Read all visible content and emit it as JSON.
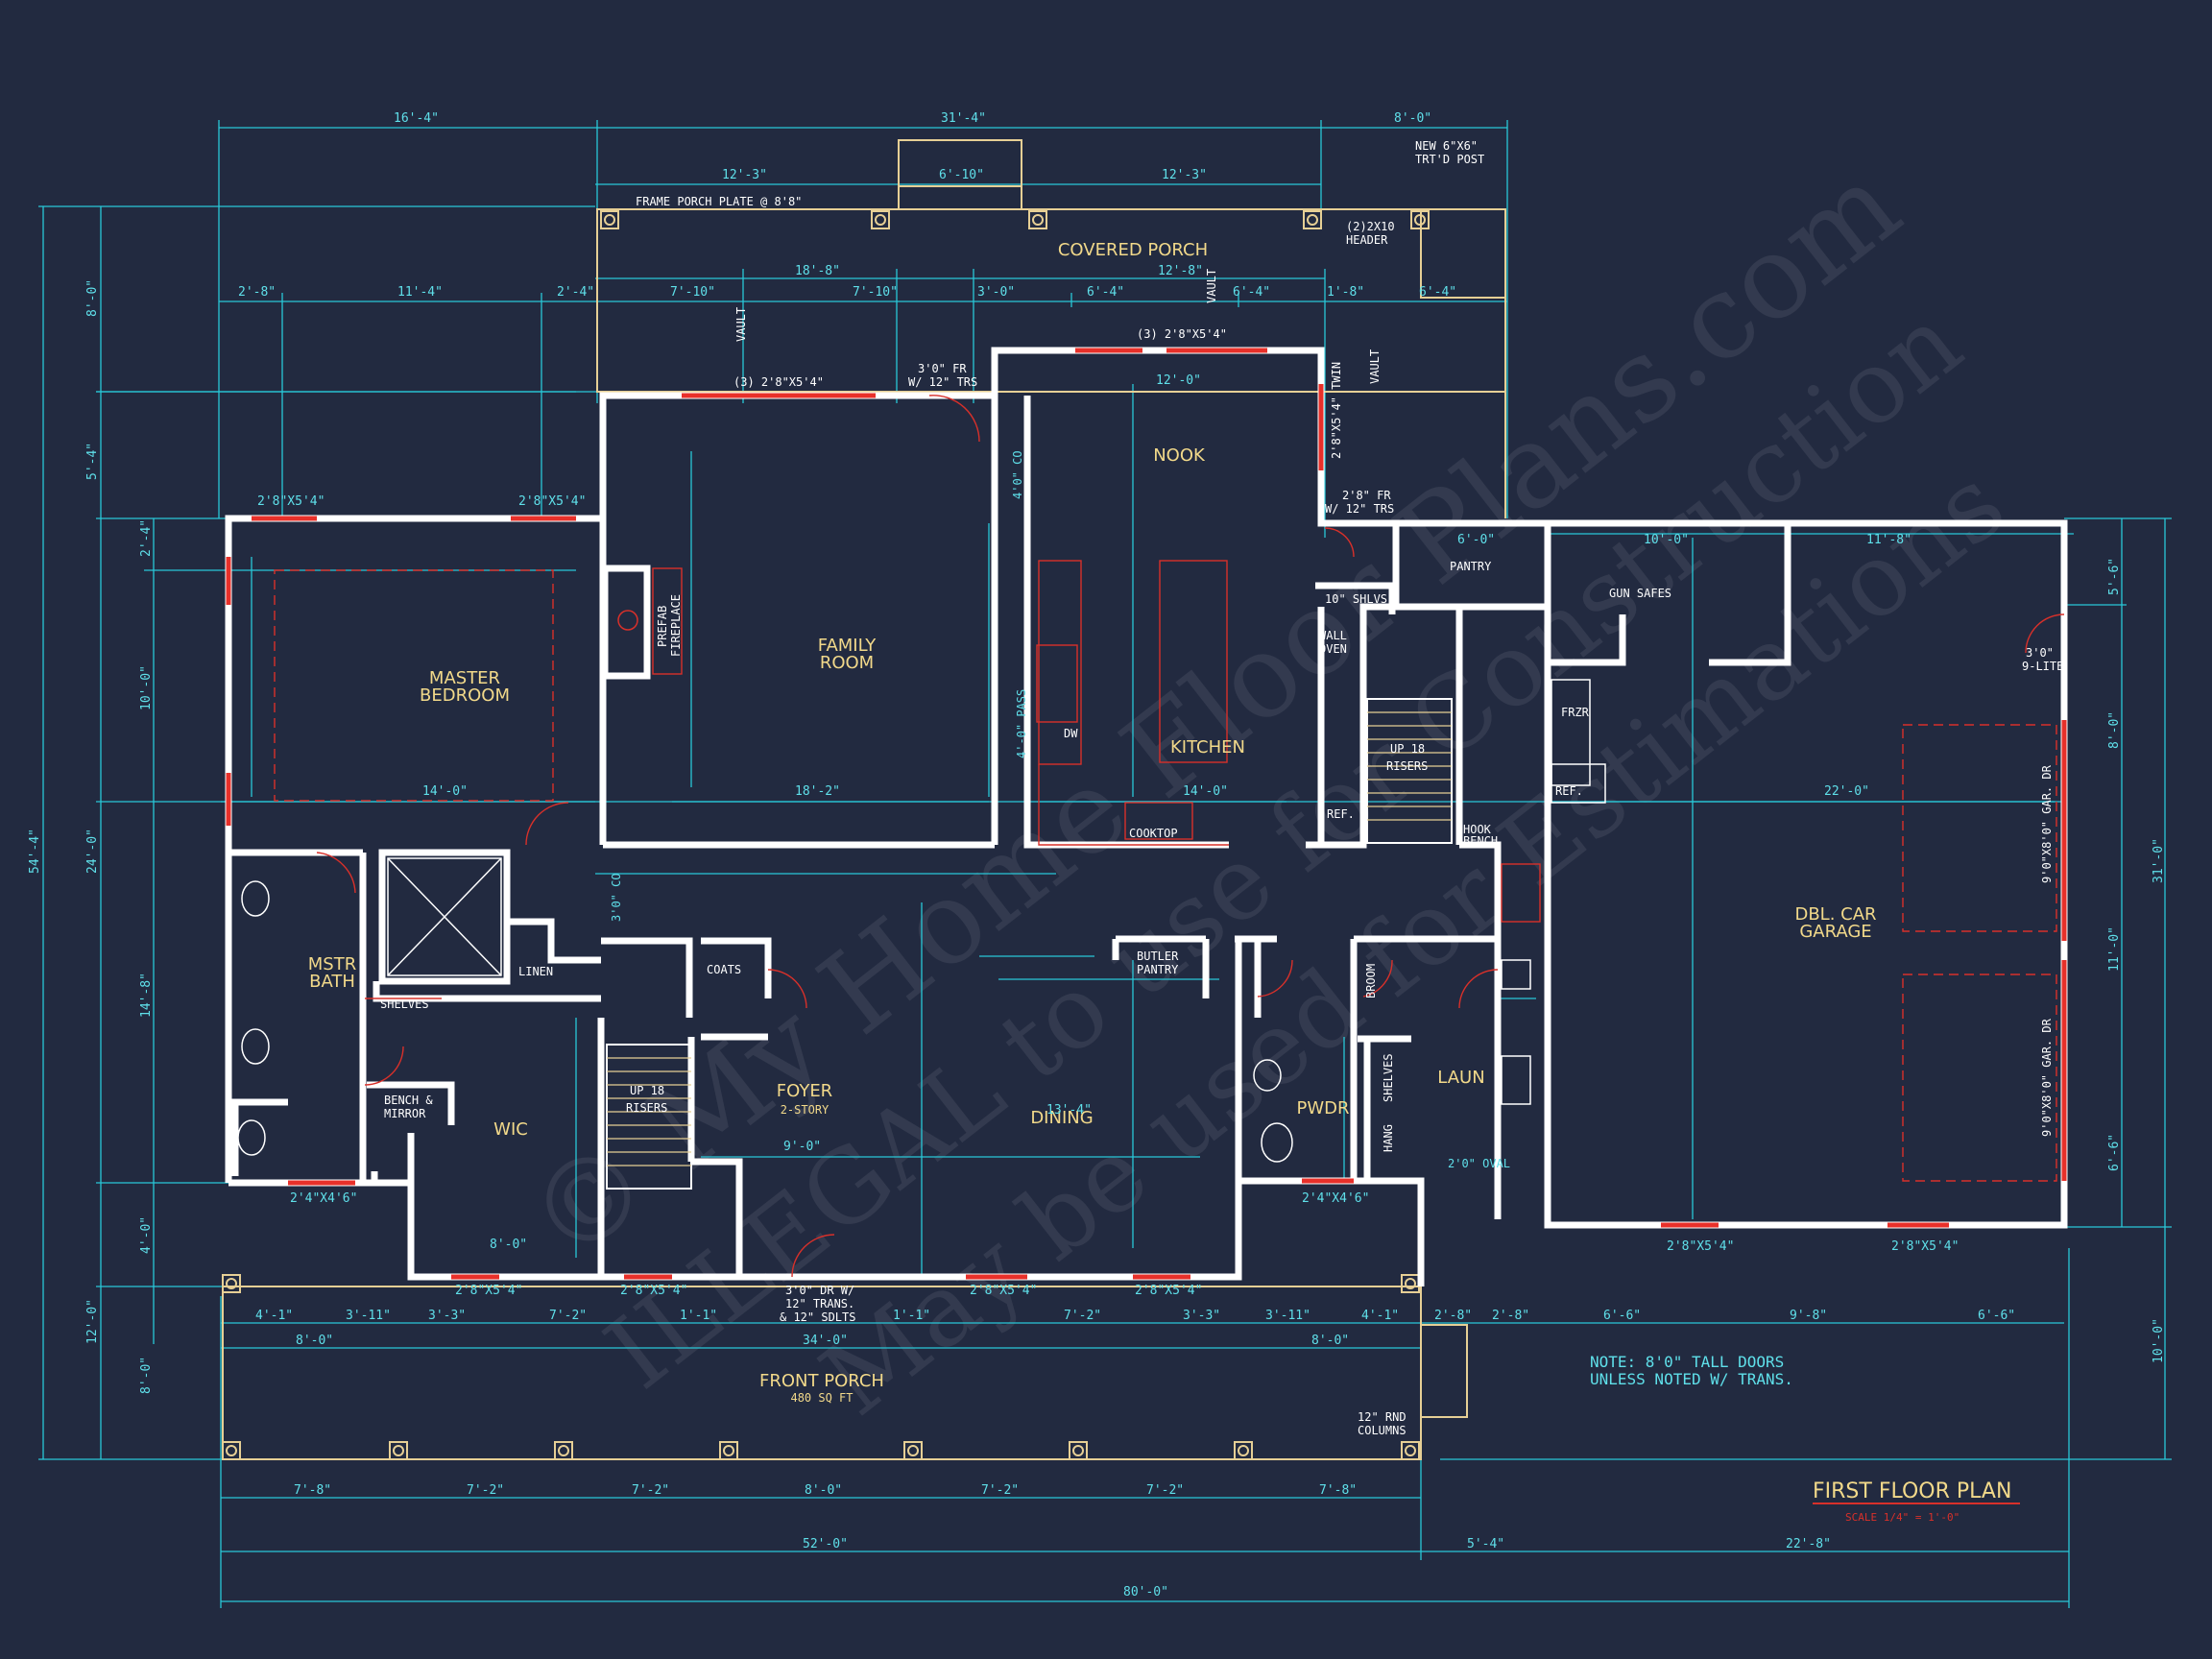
{
  "rooms": {
    "covered_porch": "COVERED PORCH",
    "nook": "NOOK",
    "family_room_1": "FAMILY",
    "family_room_2": "ROOM",
    "master_bedroom_1": "MASTER",
    "master_bedroom_2": "BEDROOM",
    "kitchen": "KITCHEN",
    "pantry": "PANTRY",
    "gun_safes": "GUN SAFES",
    "dbl_car_garage_1": "DBL. CAR",
    "dbl_car_garage_2": "GARAGE",
    "mstr_bath_1": "MSTR",
    "mstr_bath_2": "BATH",
    "wic": "WIC",
    "foyer": "FOYER",
    "foyer_sub": "2-STORY",
    "dining": "DINING",
    "pwdr": "PWDR",
    "laun": "LAUN",
    "front_porch": "FRONT PORCH",
    "front_porch_area": "480 SQ FT",
    "butler_pantry_1": "BUTLER",
    "butler_pantry_2": "PANTRY",
    "coats": "COATS",
    "linen": "LINEN",
    "shelves": "SHELVES",
    "broom": "BROOM",
    "hang": "HANG",
    "shelves_v": "SHELVES",
    "frzr": "FRZR",
    "ref": "REF.",
    "wall_oven_1": "WALL",
    "wall_oven_2": "OVEN",
    "cooktop": "COOKTOP",
    "dw": "DW",
    "prefab_1": "PREFAB",
    "prefab_2": "FIREPLACE",
    "hook_bench_1": "HOOK",
    "hook_bench_2": "BENCH",
    "up_18_1": "UP 18",
    "up_18_2": "RISERS",
    "up18b_1": "UP 18",
    "up18b_2": "RISERS",
    "bench_mirror_1": "BENCH &",
    "bench_mirror_2": "MIRROR",
    "shelvs": "10\" SHLVS",
    "pass": "4'-0\" PASS"
  },
  "notes": {
    "frame_porch": "FRAME PORCH PLATE @ 8'8\"",
    "post_1": "NEW 6\"X6\"",
    "post_2": "TRT'D POST",
    "header_1": "(2)2X10",
    "header_2": "HEADER",
    "vault": "VAULT",
    "fr_door_1": "3'0\" FR",
    "fr_door_2": "W/ 12\" TRS",
    "fr_door_3": "2'8\" FR",
    "fr_door_4": "W/ 12\" TRS",
    "win_3": "(3) 2'8\"X5'4\"",
    "win_3b": "(3) 2'8\"X5'4\"",
    "twin": "2'8\"X5'4\" TWIN",
    "lite_1": "3'0\"",
    "lite_2": "9-LITE",
    "gar_dr_1": "9'0\"X8'0\" GAR. DR",
    "gar_dr_2": "9'0\"X8'0\" GAR. DR",
    "front_dr_1": "3'0\" DR W/",
    "front_dr_2": "12\" TRANS.",
    "front_dr_3": "& 12\" SDLTS",
    "columns_1": "12\" RND",
    "columns_2": "COLUMNS",
    "note_1": "NOTE: 8'0\" TALL DOORS",
    "note_2": "UNLESS NOTED W/ TRANS.",
    "oval": "2'0\" OVAL",
    "co": "4'0\" CO",
    "co2": "3'0\" CO"
  },
  "title": {
    "main": "FIRST FLOOR PLAN",
    "scale": "SCALE 1/4\" = 1'-0\""
  },
  "dims": {
    "top_1": "16'-4\"",
    "top_2": "31'-4\"",
    "top_3": "8'-0\"",
    "t2_1": "12'-3\"",
    "t2_2": "6'-10\"",
    "t2_3": "12'-3\"",
    "t3_1": "18'-8\"",
    "t3_2": "12'-8\"",
    "t4_1": "2'-8\"",
    "t4_2": "11'-4\"",
    "t4_3": "2'-4\"",
    "t4_4": "7'-10\"",
    "t4_5": "7'-10\"",
    "t4_6": "3'-0\"",
    "t4_7": "6'-4\"",
    "t4_8": "6'-4\"",
    "t4_9": "1'-8\"",
    "t4_10": "6'-4\"",
    "nook_w": "12'-0\"",
    "win_l1": "2'8\"X5'4\"",
    "win_l2": "2'8\"X5'4\"",
    "gar_1": "6'-0\"",
    "gar_2": "10'-0\"",
    "gar_3": "11'-8\"",
    "mb_w": "14'-0\"",
    "fr_w": "18'-2\"",
    "k_w": "14'-0\"",
    "g_w": "22'-0\"",
    "left_1": "8'-0\"",
    "left_2": "5'-4\"",
    "left_3": "2'-4\"",
    "left_4": "10'-0\"",
    "left_5": "24'-0\"",
    "left_6": "14'-8\"",
    "left_7": "4'-0\"",
    "left_8": "12'-0\"",
    "left_9": "8'-0\"",
    "overall_left": "54'-4\"",
    "right_1": "5'-6\"",
    "right_2": "8'-0\"",
    "right_3": "31'-0\"",
    "right_4": "11'-0\"",
    "right_5": "6'-6\"",
    "right_6": "10'-0\"",
    "bot_1": "4'-1\"",
    "bot_2": "3'-11\"",
    "bot_3": "3'-3\"",
    "bot_4": "7'-2\"",
    "bot_5": "1'-1\"",
    "bot_6": "1'-1\"",
    "bot_7": "7'-2\"",
    "bot_8": "3'-3\"",
    "bot_9": "3'-11\"",
    "bot_10": "4'-1\"",
    "bot_11": "2'-8\"",
    "bot_12": "2'-8\"",
    "bot_13": "6'-6\"",
    "bot_14": "9'-8\"",
    "bot_15": "6'-6\"",
    "fp_1": "8'-0\"",
    "fp_2": "34'-0\"",
    "fp_3": "8'-0\"",
    "col_1": "7'-8\"",
    "col_2": "7'-2\"",
    "col_3": "7'-2\"",
    "col_4": "8'-0\"",
    "col_5": "7'-2\"",
    "col_6": "7'-2\"",
    "col_7": "7'-8\"",
    "ov_1": "52'-0\"",
    "ov_2": "5'-4\"",
    "ov_3": "22'-8\"",
    "overall": "80'-0\"",
    "dining_w": "13'-4\"",
    "foyer_w": "9'-0\"",
    "wic_w": "8'-0\"",
    "front_win_1": "2'8\"X5'4\"",
    "front_win_2": "2'8\"X5'4\"",
    "front_win_3": "2'8\"X5'4\"",
    "front_win_4": "2'8\"X5'4\"",
    "bath_win": "2'4\"X4'6\"",
    "pwdr_win": "2'4\"X4'6\"",
    "gar_win_1": "2'8\"X5'4\"",
    "gar_win_2": "2'8\"X5'4\""
  },
  "watermark": {
    "line_1": "© My Home Floor Plans.com",
    "line_2": "ILLEGAL to use for Construction",
    "line_3": "May be used for Estimations"
  }
}
